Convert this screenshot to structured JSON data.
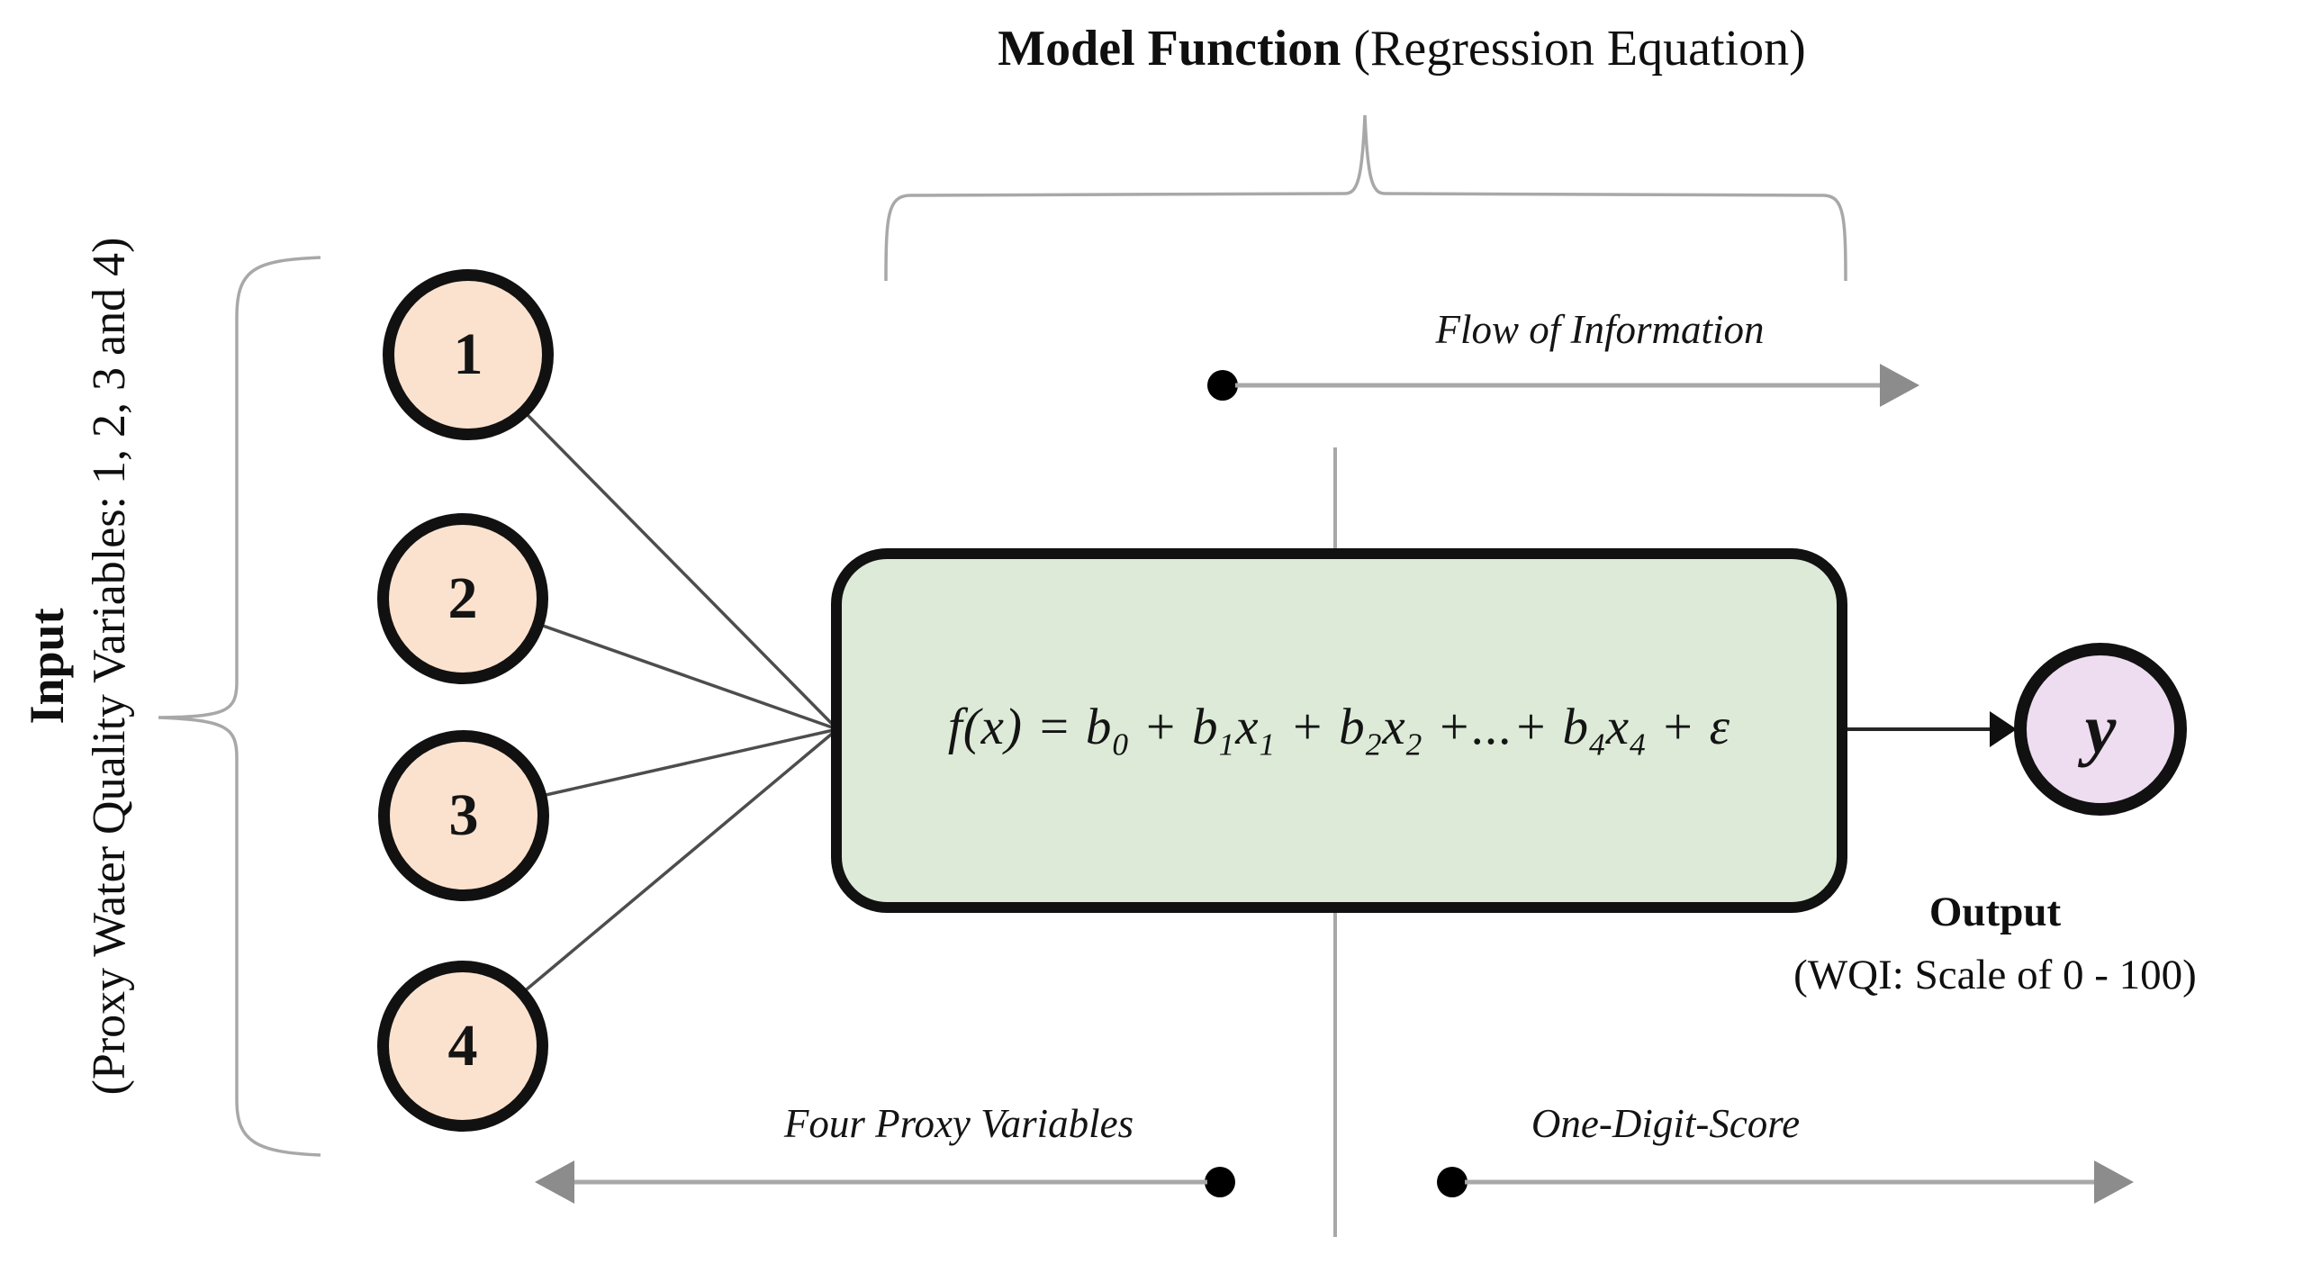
{
  "figure": {
    "title": {
      "bold": "Model Function",
      "rest": " (Regression Equation)"
    },
    "input": {
      "label_bold": "Input",
      "label_detail": "(Proxy Water Quality Variables: 1, 2, 3 and 4)",
      "nodes": [
        "1",
        "2",
        "3",
        "4"
      ]
    },
    "model": {
      "equation_tokens": [
        {
          "t": "f(x) = b"
        },
        {
          "s": "0"
        },
        {
          "t": " + b"
        },
        {
          "s": "1"
        },
        {
          "t": "x"
        },
        {
          "s": "1"
        },
        {
          "t": " + b"
        },
        {
          "s": "2"
        },
        {
          "t": "x"
        },
        {
          "s": "2"
        },
        {
          "t": " +...+ b"
        },
        {
          "s": "4"
        },
        {
          "t": "x"
        },
        {
          "s": "4"
        },
        {
          "t": " + ε"
        }
      ],
      "equation_plain": "f(x) = b0 + b1x1 + b2x2 +...+ b4x4 + ε"
    },
    "output": {
      "node": "y",
      "label_bold": "Output",
      "label_detail": "(WQI: Scale of 0 - 100)"
    },
    "annotations": {
      "flow": "Flow of Information",
      "four_proxy": "Four Proxy Variables",
      "one_digit": "One-Digit-Score"
    },
    "colors": {
      "input_node_fill": "#fbe2cf",
      "model_box_fill": "#dcead7",
      "output_node_fill": "#eedcf0",
      "stroke_black": "#111111",
      "stroke_gray": "#a8a8a8",
      "arrowhead_gray": "#8c8c8c",
      "connector_gray": "#4d4d4d",
      "dot_black": "#000000"
    }
  }
}
